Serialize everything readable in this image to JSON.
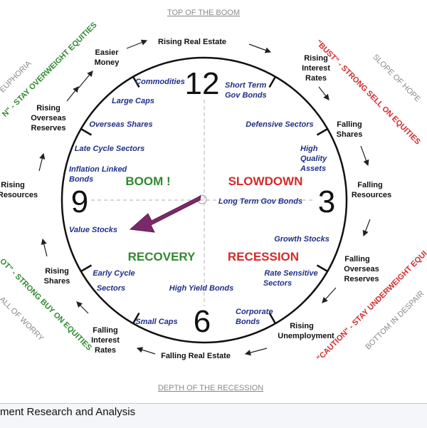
{
  "header": {
    "top_label": "TOP OF THE BOOM",
    "bottom_label": "DEPTH OF THE RECESSION"
  },
  "clock": {
    "numerals": {
      "twelve": "12",
      "three": "3",
      "six": "6",
      "nine": "9"
    },
    "quadrants": {
      "boom": "BOOM !",
      "slowdown": "SLOWDOWN",
      "recovery": "RECOVERY",
      "recession": "RECESSION"
    },
    "sectors": {
      "commodities": "Commodities",
      "large_caps": "Large Caps",
      "overseas_shares": "Overseas Shares",
      "late_cycle": "Late Cycle Sectors",
      "inflation_linked_1": "Inflation Linked",
      "inflation_linked_2": "Bonds",
      "short_term_1": "Short Term",
      "short_term_2": "Gov Bonds",
      "defensive": "Defensive Sectors",
      "high_quality_1": "High",
      "high_quality_2": "Quality",
      "high_quality_3": "Assets",
      "long_term": "Long Term Gov Bonds",
      "value_stocks": "Value Stocks",
      "growth_stocks": "Growth Stocks",
      "early_cycle_1": "Early Cycle",
      "early_cycle_2": "Sectors",
      "rate_sensitive_1": "Rate Sensitive",
      "rate_sensitive_2": "Sectors",
      "high_yield": "High Yield Bonds",
      "small_caps": "Small Caps",
      "corporate_1": "Corporate",
      "corporate_2": "Bonds"
    }
  },
  "cycle": {
    "rising_real_estate": "Rising Real Estate",
    "easier_money_1": "Easier",
    "easier_money_2": "Money",
    "rising_rates_1": "Rising",
    "rising_rates_2": "Interest",
    "rising_rates_3": "Rates",
    "rising_reserves_1": "Rising",
    "rising_reserves_2": "Overseas",
    "rising_reserves_3": "Reserves",
    "falling_shares_1": "Falling",
    "falling_shares_2": "Shares",
    "rising_resources_1": "Rising",
    "rising_resources_2": "Resources",
    "falling_resources_1": "Falling",
    "falling_resources_2": "Resources",
    "rising_shares_1": "Rising",
    "rising_shares_2": "Shares",
    "falling_reserves_1": "Falling",
    "falling_reserves_2": "Overseas",
    "falling_reserves_3": "Reserves",
    "falling_rates_1": "Falling",
    "falling_rates_2": "Interest",
    "falling_rates_3": "Rates",
    "rising_unemployment_1": "Rising",
    "rising_unemployment_2": "Unemployment",
    "falling_real_estate": "Falling Real Estate"
  },
  "sides": {
    "euphoria": "EUPHORIA",
    "overweight": "N\" - STAY OVERWEIGHT EQUITIES",
    "bust": "\"BUST\" - STRONG SELL ON EQUITIES",
    "slope_of_hope": "SLOPE OF HOPE",
    "strong_buy": "OT\" - STRONG BUY ON EQUITIES",
    "wall_of_worry": "ALL OF WORRY",
    "caution": "\"CAUTION\" - STAY UNDERWEIGHT EQUI",
    "bottom_in_despair": "BOTTOM IN DESPAIR"
  },
  "footer": {
    "text": "ment Research and Analysis"
  },
  "colors": {
    "navy": "#1f2f8a",
    "green": "#2f8a2f",
    "red": "#d42a2a",
    "arrow": "#7a2a6a",
    "gray": "#8a8a8a"
  }
}
